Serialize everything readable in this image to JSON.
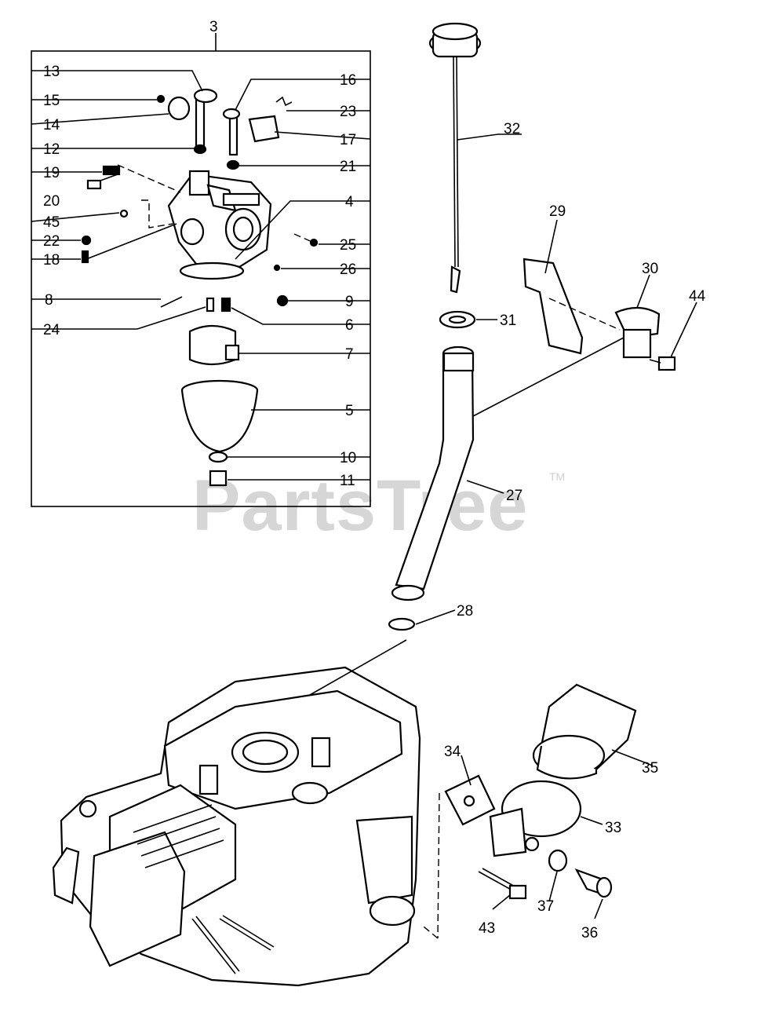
{
  "watermark": {
    "text": "PartsTree",
    "trademark": "TM"
  },
  "group_label": "3",
  "callouts": [
    {
      "id": "13",
      "text": "13"
    },
    {
      "id": "15",
      "text": "15"
    },
    {
      "id": "14",
      "text": "14"
    },
    {
      "id": "12",
      "text": "12"
    },
    {
      "id": "19",
      "text": "19"
    },
    {
      "id": "20",
      "text": "20"
    },
    {
      "id": "45",
      "text": "45"
    },
    {
      "id": "22",
      "text": "22"
    },
    {
      "id": "18",
      "text": "18"
    },
    {
      "id": "8",
      "text": "8"
    },
    {
      "id": "24",
      "text": "24"
    },
    {
      "id": "16",
      "text": "16"
    },
    {
      "id": "23",
      "text": "23"
    },
    {
      "id": "17",
      "text": "17"
    },
    {
      "id": "21",
      "text": "21"
    },
    {
      "id": "4",
      "text": "4"
    },
    {
      "id": "25",
      "text": "25"
    },
    {
      "id": "26",
      "text": "26"
    },
    {
      "id": "9",
      "text": "9"
    },
    {
      "id": "6",
      "text": "6"
    },
    {
      "id": "7",
      "text": "7"
    },
    {
      "id": "5",
      "text": "5"
    },
    {
      "id": "10",
      "text": "10"
    },
    {
      "id": "11",
      "text": "11"
    },
    {
      "id": "32",
      "text": "32"
    },
    {
      "id": "29",
      "text": "29"
    },
    {
      "id": "30",
      "text": "30"
    },
    {
      "id": "44",
      "text": "44"
    },
    {
      "id": "31",
      "text": "31"
    },
    {
      "id": "27",
      "text": "27"
    },
    {
      "id": "28",
      "text": "28"
    },
    {
      "id": "34",
      "text": "34"
    },
    {
      "id": "35",
      "text": "35"
    },
    {
      "id": "33",
      "text": "33"
    },
    {
      "id": "43",
      "text": "43"
    },
    {
      "id": "37",
      "text": "37"
    },
    {
      "id": "36",
      "text": "36"
    }
  ]
}
